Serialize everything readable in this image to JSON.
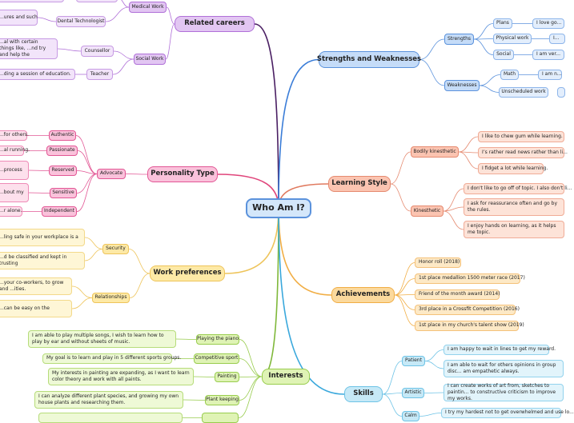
{
  "center": "Who Am I?",
  "related_careers": {
    "title": "Related careers",
    "medical_work": {
      "label": "Medical Work",
      "items": [
        "",
        "Dental Technologist"
      ],
      "texts": [
        "",
        "...ures and such"
      ]
    },
    "social_work": {
      "label": "Social Work",
      "items": [
        "Counsellor",
        "Teacher"
      ],
      "texts": [
        "...al with certain things like, ...nd try and help the",
        "...ding a session of education."
      ]
    }
  },
  "strengths_weaknesses": {
    "title": "Strengths and Weaknesses",
    "strengths": {
      "label": "Strengths",
      "items": [
        "Plans",
        "Physical work",
        "Social"
      ],
      "texts": [
        "I love go...",
        "I...",
        "I am ver..."
      ]
    },
    "weaknesses": {
      "label": "Weaknesses",
      "items": [
        "Math",
        "Unscheduled work"
      ],
      "texts": [
        "I am n...",
        ""
      ]
    }
  },
  "learning_style": {
    "title": "Learning Style",
    "bodily": {
      "label": "Bodily kinesthetic",
      "texts": [
        "I like to chew gum while learning.",
        "I’s rather read news rather than li...",
        "I fidget a lot while learning."
      ]
    },
    "kinesthetic": {
      "label": "Kinesthetic",
      "texts": [
        "I don't like to go off of topic. I also don't li...",
        "I ask for reassurance often and go by the rules.",
        "I enjoy hands on learning, as it helps me topic."
      ]
    }
  },
  "personality_type": {
    "title": "Personality Type",
    "advocate": "Advocate",
    "traits": [
      "Authentic",
      "Passionate",
      "Reserved",
      "Sensitive",
      "Independent"
    ],
    "texts": [
      "...for others.",
      "...al running.",
      "...process",
      "...bout my",
      "...r alone."
    ]
  },
  "achievements": {
    "title": "Achievements",
    "items": [
      "Honor roll (2018)",
      "1st place medallion 1500 meter race (2017)",
      "Friend of the month award (2014)",
      "3rd place in a Crossfit Competition (2016)",
      "1st place in my church's talent show (2019)"
    ]
  },
  "work_preferences": {
    "title": "Work preferences",
    "security": {
      "label": "Security",
      "texts": [
        "...ling safe in your workplace is a",
        "...d be classified and kept in trusting"
      ]
    },
    "relationships": {
      "label": "Relationships",
      "texts": [
        "...your co-workers, to grow and ...ities.",
        "...can be easy on the"
      ]
    }
  },
  "interests": {
    "title": "Interests",
    "items": [
      "Playing the piano",
      "Competitive sport",
      "Painting",
      "Plant keeping"
    ],
    "texts": [
      "I am able to play multiple songs, I wish to learn how to play by ear and without sheets of music.",
      "My goal is to learn and play in 5 different sports groups.",
      "My interests in painting are expanding, as I want to learn color theory and work with all paints.",
      "I can analyze different plant species, and growing my own house plants and researching them.",
      ""
    ]
  },
  "skills": {
    "title": "Skills",
    "patient": {
      "label": "Patient",
      "texts": [
        "I am happy to wait in lines to get my reward.",
        "I am able to wait for others opinions in group disc... am empathetic always."
      ]
    },
    "artistic": {
      "label": "Artistic",
      "texts": [
        "I can create works of art from, sketches to paintin... to constructive criticism to improve my works."
      ]
    },
    "calm": {
      "label": "Calm",
      "texts": [
        "I try my hardest not to get overwhelmed and use lo..."
      ]
    }
  }
}
